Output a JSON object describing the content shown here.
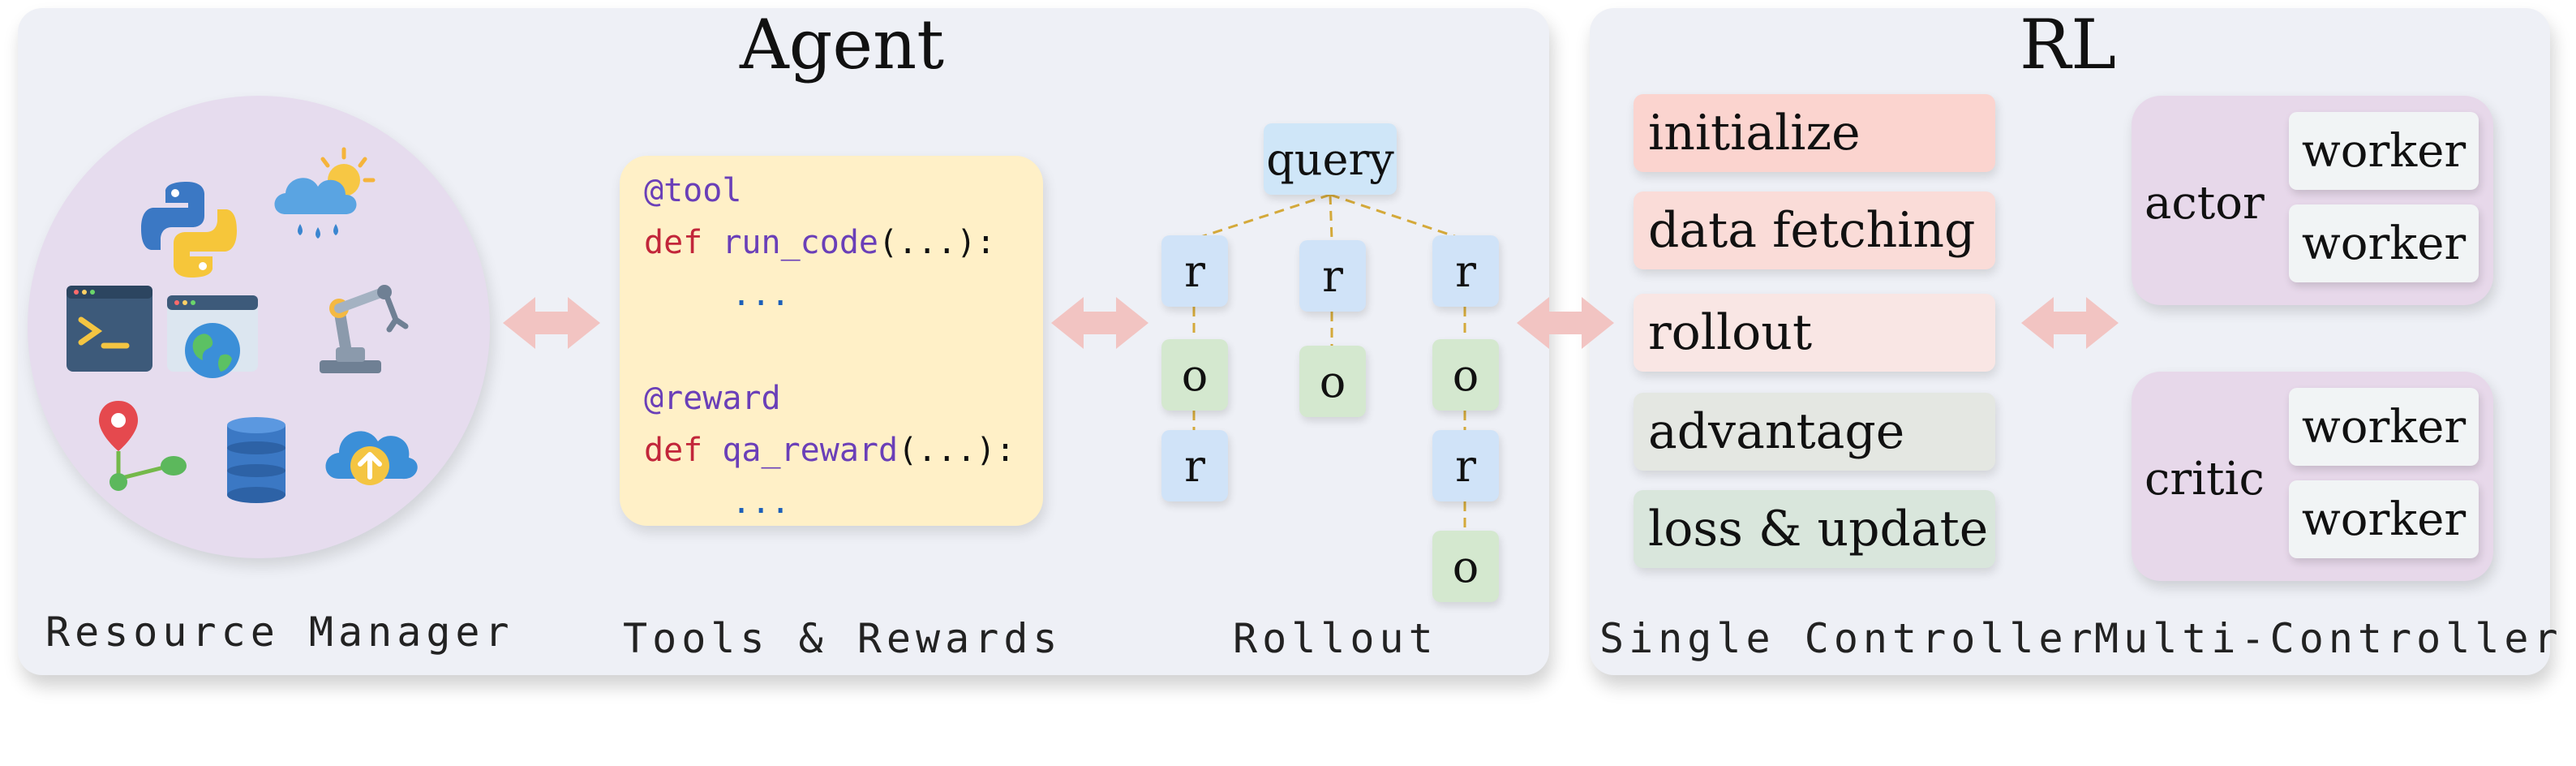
{
  "agent": {
    "title": "Agent",
    "resource_manager": {
      "label": "Resource Manager",
      "icons": [
        "python-logo-icon",
        "rain-cloud-sun-icon",
        "terminal-icon",
        "browser-globe-icon",
        "robot-arm-icon",
        "map-pin-route-icon",
        "database-icon",
        "cloud-upload-icon"
      ]
    },
    "tools_rewards": {
      "label": "Tools & Rewards",
      "code": {
        "decorator_tool": "@tool",
        "def_kw_1": "def",
        "func_1": "run_code",
        "args_1": "(...):",
        "body_1": "...",
        "decorator_reward": "@reward",
        "def_kw_2": "def",
        "func_2": "qa_reward",
        "args_2": "(...):",
        "body_2": "..."
      }
    },
    "rollout": {
      "label": "Rollout",
      "query": "query",
      "branches": [
        [
          "r",
          "o",
          "r"
        ],
        [
          "r",
          "o"
        ],
        [
          "r",
          "o",
          "r",
          "o"
        ]
      ]
    }
  },
  "rl": {
    "title": "RL",
    "single_controller": {
      "label": "Single Controller",
      "steps": [
        {
          "label": "initialize",
          "color": "#fbd4cf"
        },
        {
          "label": "data fetching",
          "color": "#fadcd8"
        },
        {
          "label": "rollout",
          "color": "#f9e6e4"
        },
        {
          "label": "advantage",
          "color": "#e4e7e2"
        },
        {
          "label": "loss & update",
          "color": "#d9e6dc"
        }
      ]
    },
    "multi_controller": {
      "label": "Multi-Controller",
      "groups": [
        {
          "label": "actor",
          "workers": [
            "worker",
            "worker"
          ]
        },
        {
          "label": "critic",
          "workers": [
            "worker",
            "worker"
          ]
        }
      ]
    }
  },
  "colors": {
    "panel_bg": "#eef0f6",
    "arrow": "#f2c4c2",
    "connector": "#d4a93a"
  }
}
